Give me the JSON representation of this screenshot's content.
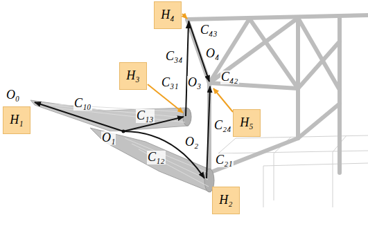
{
  "diagram": {
    "nodes": [
      {
        "text": [
          "H₄"
        ]
      },
      {
        "text": [
          "H₃"
        ]
      },
      {
        "text": [
          "H₁"
        ]
      },
      {
        "text": [
          "H₅"
        ]
      },
      {
        "text": [
          "H₂"
        ]
      }
    ],
    "labels": [
      "O₀",
      "C₁₀",
      "O₁",
      "C₁₃",
      "C₃₁",
      "C₁₂",
      "O₂",
      "C₃₄",
      "C₄₃",
      "O₄",
      "C₄₂",
      "O₃",
      "C₂₄",
      "C₂₁"
    ]
  }
}
